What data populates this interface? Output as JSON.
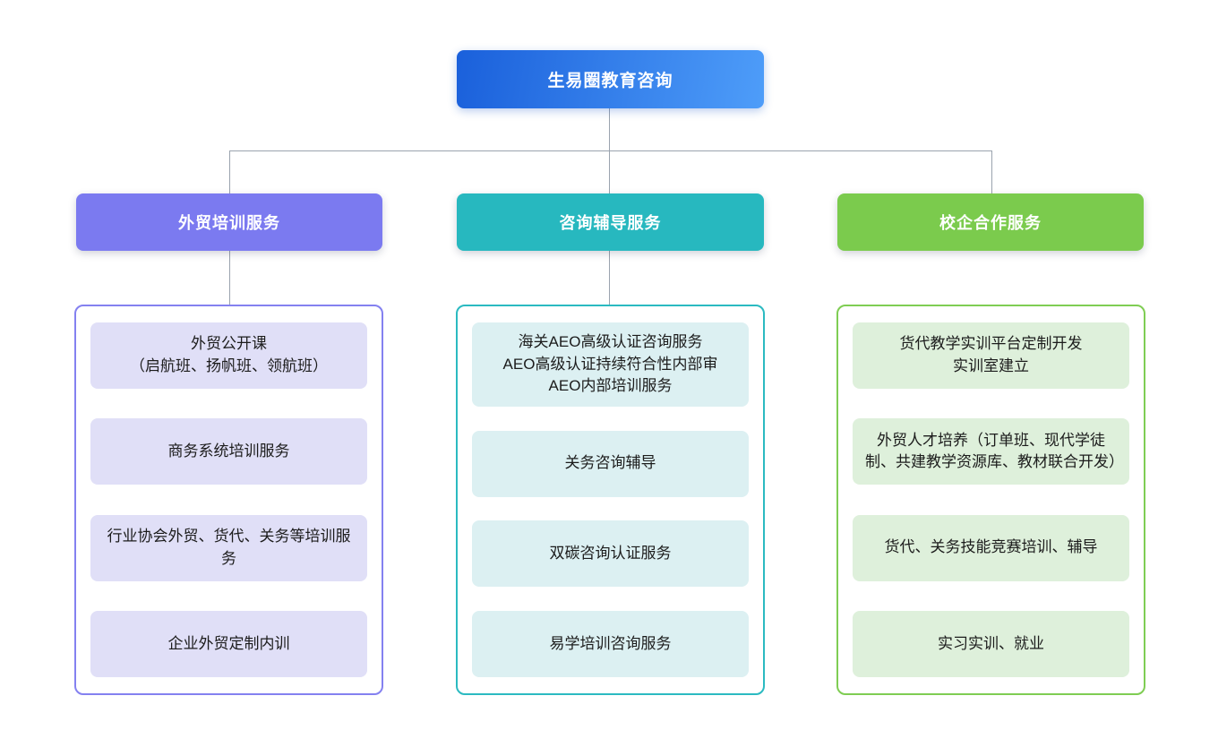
{
  "colors": {
    "background": "#ffffff",
    "connector": "#9AA3AE",
    "root_gradient_start": "#1A60DB",
    "root_gradient_end": "#4E9DF9",
    "node_text": "#ffffff",
    "card_text": "#1c1c1c"
  },
  "root": {
    "label": "生易圈教育咨询"
  },
  "branches": [
    {
      "label": "外贸培训服务",
      "theme": {
        "header_bg": "#7B7AF0",
        "panel_border": "#8481F0",
        "card_bg": "#E0DFF7"
      },
      "items": [
        "外贸公开课\n（启航班、扬帆班、领航班）",
        "商务系统培训服务",
        "行业协会外贸、货代、关务等培训服务",
        "企业外贸定制内训"
      ]
    },
    {
      "label": "咨询辅导服务",
      "theme": {
        "header_bg": "#27B8BF",
        "panel_border": "#2BBAC1",
        "card_bg": "#DCF0F2"
      },
      "items": [
        "海关AEO高级认证咨询服务\nAEO高级认证持续符合性内部审\nAEO内部培训服务",
        "关务咨询辅导",
        "双碳咨询认证服务",
        "易学培训咨询服务"
      ]
    },
    {
      "label": "校企合作服务",
      "theme": {
        "header_bg": "#7BCB4D",
        "panel_border": "#7FCD53",
        "card_bg": "#DEF0DB"
      },
      "items": [
        "货代教学实训平台定制开发\n实训室建立",
        "外贸人才培养（订单班、现代学徒制、共建教学资源库、教材联合开发）",
        "货代、关务技能竞赛培训、辅导",
        "实习实训、就业"
      ]
    }
  ]
}
